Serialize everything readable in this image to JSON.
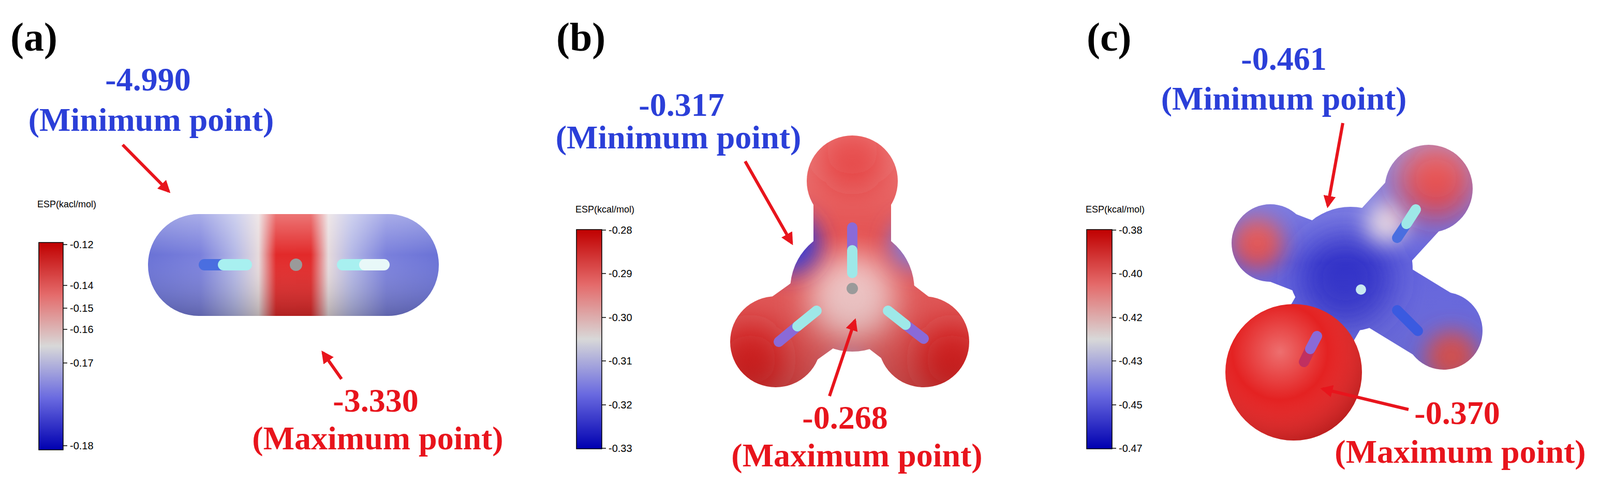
{
  "diagram": {
    "labels": [
      "(a)",
      "-4.990",
      "(Minimum point)",
      "ESP(kacl/mol)",
      "-0.12",
      "-0.14",
      "-0.15",
      "-0.16",
      "-0.17",
      "-0.18",
      "-3.330",
      "(Maximum point)",
      "(b)",
      "-0.317",
      "(Minimum point)",
      "ESP(kcal/mol)",
      "-0.28",
      "-0.29",
      "-0.30",
      "-0.31",
      "-0.32",
      "-0.33",
      "-0.268",
      "(Maximum point)",
      "(c)",
      "-0.461",
      "(Minimum point)",
      "ESP(kcal/mol)",
      "-0.38",
      "-0.40",
      "-0.42",
      "-0.43",
      "-0.45",
      "-0.47",
      "-0.370",
      "(Maximum point)"
    ]
  }
}
